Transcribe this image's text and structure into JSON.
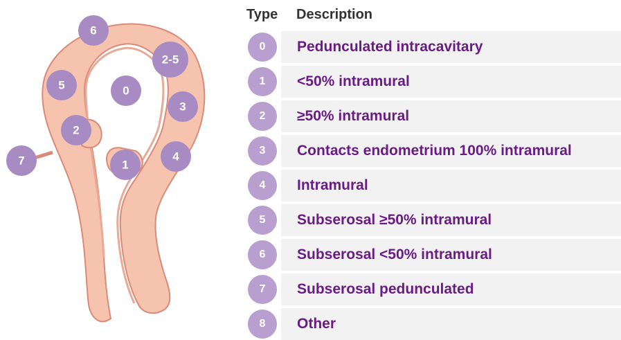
{
  "legend": {
    "header_type": "Type",
    "header_description": "Description",
    "rows": [
      {
        "type": "0",
        "description": "Pedunculated intracavitary"
      },
      {
        "type": "1",
        "description": "<50% intramural"
      },
      {
        "type": "2",
        "description": "≥50% intramural"
      },
      {
        "type": "3",
        "description": "Contacts endometrium 100% intramural"
      },
      {
        "type": "4",
        "description": "Intramural"
      },
      {
        "type": "5",
        "description": "Subserosal ≥50% intramural"
      },
      {
        "type": "6",
        "description": "Subserosal <50% intramural"
      },
      {
        "type": "7",
        "description": "Subserosal pedunculated"
      },
      {
        "type": "8",
        "description": "Other"
      }
    ]
  },
  "diagram": {
    "markers": {
      "m0": "0",
      "m1": "1",
      "m2": "2",
      "m3": "3",
      "m4": "4",
      "m5": "5",
      "m6": "6",
      "m7": "7",
      "m25": "2-5"
    }
  },
  "colors": {
    "uterus_fill": "#f5c3ae",
    "uterus_outline": "#d98a78",
    "marker": "#a98bc3",
    "row_circle": "#b89fd0",
    "row_band": "#f2f2f2",
    "description_text": "#6a1b86",
    "header_text": "#333333"
  }
}
